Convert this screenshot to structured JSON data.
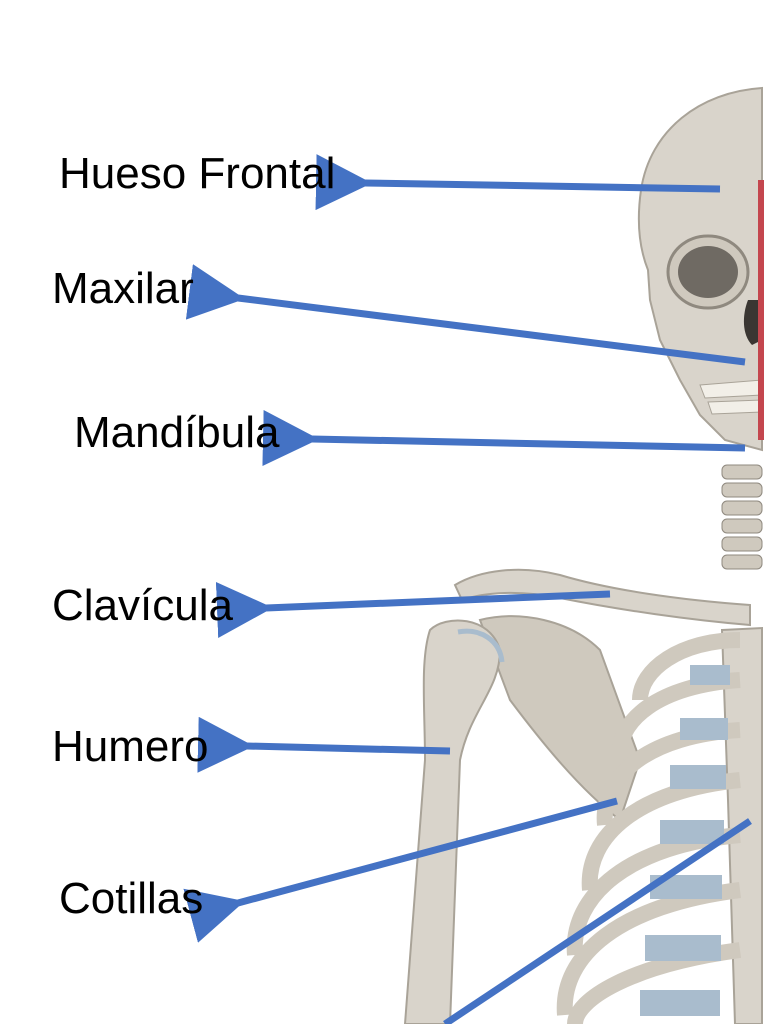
{
  "labels": [
    {
      "text": "Hueso Frontal"
    },
    {
      "text": "Maxilar"
    },
    {
      "text": "Mandíbula"
    },
    {
      "text": "Clavícula"
    },
    {
      "text": "Humero"
    },
    {
      "text": "Cotillas"
    }
  ],
  "colors": {
    "arrow": "#4472c4",
    "label_text": "#000000",
    "bone": "#d9d4cb",
    "bone_shadow": "#a9a398",
    "cartilage": "#a9bccd",
    "muscle": "#c4464e"
  }
}
